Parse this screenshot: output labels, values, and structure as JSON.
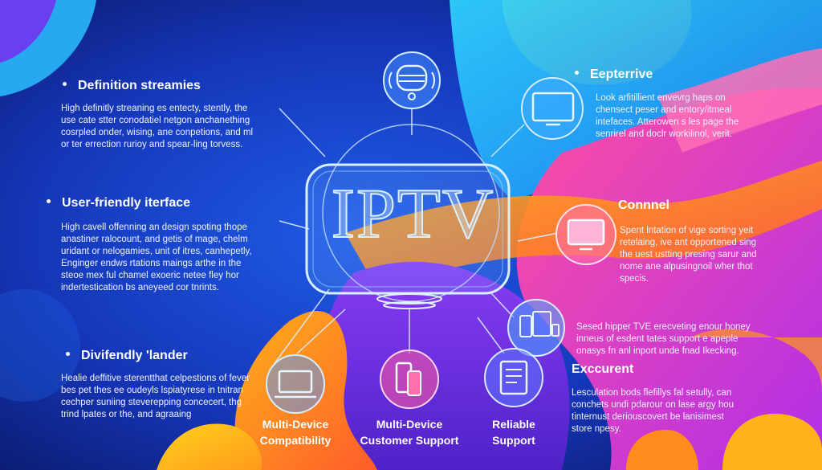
{
  "logo_text": "IPTV",
  "left_sections": [
    {
      "heading": "Definition streamies",
      "lines": [
        "High definitly streaning es entecty, stently, the",
        "use cate stter conodatiel netgon anchanething",
        "cosrpled onder, wising, ane conpetions, and ml",
        "or ter errection rurioy and spear-ling torvess."
      ]
    },
    {
      "heading": "User-friendly iterface",
      "lines": [
        "High cavell offenning an design spoting thope",
        "anastiner ralocount, and getis of mage, chelm",
        "uridant or nelogamies, unit of itres, canhepetly,",
        "Enginger endws rtations maings arthe in the",
        "steoe mex ful chamel exoeric netee fley hor",
        "indertestication bs aneyeed cor tnrints."
      ]
    },
    {
      "heading": "Divifendly 'lander",
      "lines": [
        "Healie deffitive sterentthat celpestions of fever",
        "bes pet thes ee oudeyls lspiatyrese in tnitran",
        "cechper suniing steverepping concecert, thg",
        "trind lpates or the, and agraaing"
      ]
    }
  ],
  "right_sections": [
    {
      "heading": "Eepterrive",
      "lines": [
        "Look arfitillient envevrg haps on",
        "chensect peser and entory/itmeal",
        "intefaces. Atterowen s les page the",
        "senrirel and doclr workilinol, verit."
      ]
    },
    {
      "heading": "Connnel",
      "lines": [
        "Spent lntation of vige sorting yeit",
        "retelaing, ive ant opportened sing",
        "the uest ustting presing sarur and",
        "nome ane alpusingnoil wher thot",
        "specis."
      ]
    },
    {
      "heading": "",
      "lines": [
        "Sesed hipper TVE erecveting enour honey",
        "inneus of esdent tates support e apeple",
        "onasys fn anl inport unde fnad Ikecking."
      ]
    },
    {
      "heading": "Exccurent",
      "lines": [
        "Lesculation bods flefillys fal setully, can",
        "conchets undi pdarour on lase argy hou",
        "tinternust deriouscovert be lanisimest",
        "store npesy."
      ]
    }
  ],
  "feature_captions": [
    {
      "line1": "Multi-Device",
      "line2": "Compatibility"
    },
    {
      "line1": "Multi-Device",
      "line2": "Customer Support"
    },
    {
      "line1": "Reliable",
      "line2": "Support"
    }
  ],
  "icons": {
    "top": "robot-icon",
    "right_top": "monitor-icon",
    "right_mid": "tv-icon",
    "right_low": "devices-icon",
    "bottom_left": "laptop-icon",
    "bottom_mid": "smartphone-icon",
    "bottom_right": "tablet-icon"
  },
  "colors": {
    "deep_blue": "#0a1560",
    "royal_blue": "#1a3bd6",
    "cyan": "#19b6f0",
    "yellow": "#ffc21a",
    "orange": "#ff8a1e",
    "magenta": "#f23a9a",
    "purple": "#7b2ff0",
    "pink": "#ff5a8c"
  }
}
